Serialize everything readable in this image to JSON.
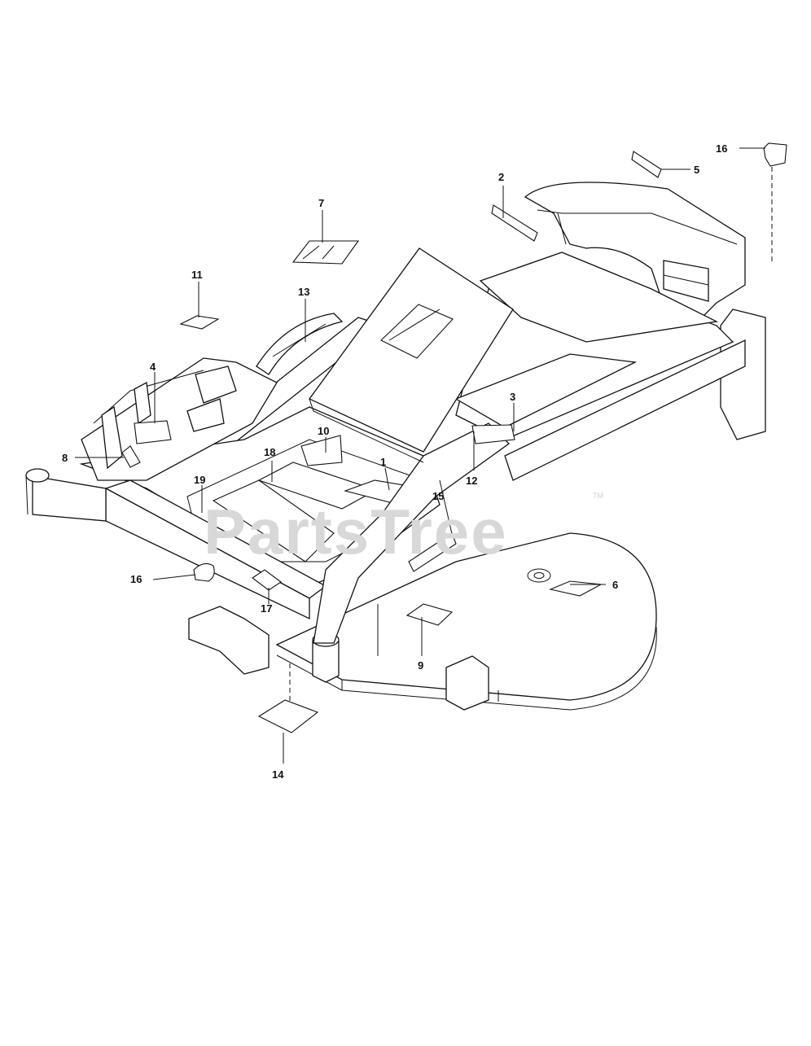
{
  "watermark": {
    "text": "PartsTree",
    "trademark": "TM"
  },
  "callouts": [
    {
      "id": "c1",
      "label": "1"
    },
    {
      "id": "c2",
      "label": "2"
    },
    {
      "id": "c3",
      "label": "3"
    },
    {
      "id": "c4",
      "label": "4"
    },
    {
      "id": "c5",
      "label": "5"
    },
    {
      "id": "c6",
      "label": "6"
    },
    {
      "id": "c7",
      "label": "7"
    },
    {
      "id": "c8",
      "label": "8"
    },
    {
      "id": "c9",
      "label": "9"
    },
    {
      "id": "c10",
      "label": "10"
    },
    {
      "id": "c11",
      "label": "11"
    },
    {
      "id": "c12",
      "label": "12"
    },
    {
      "id": "c13",
      "label": "13"
    },
    {
      "id": "c14",
      "label": "14"
    },
    {
      "id": "c15",
      "label": "15"
    },
    {
      "id": "c16a",
      "label": "16"
    },
    {
      "id": "c16b",
      "label": "16"
    },
    {
      "id": "c17",
      "label": "17"
    },
    {
      "id": "c18",
      "label": "18"
    },
    {
      "id": "c19",
      "label": "19"
    }
  ],
  "colors": {
    "line": "#111111",
    "watermark": "#d8d8d8",
    "background": "#ffffff"
  }
}
